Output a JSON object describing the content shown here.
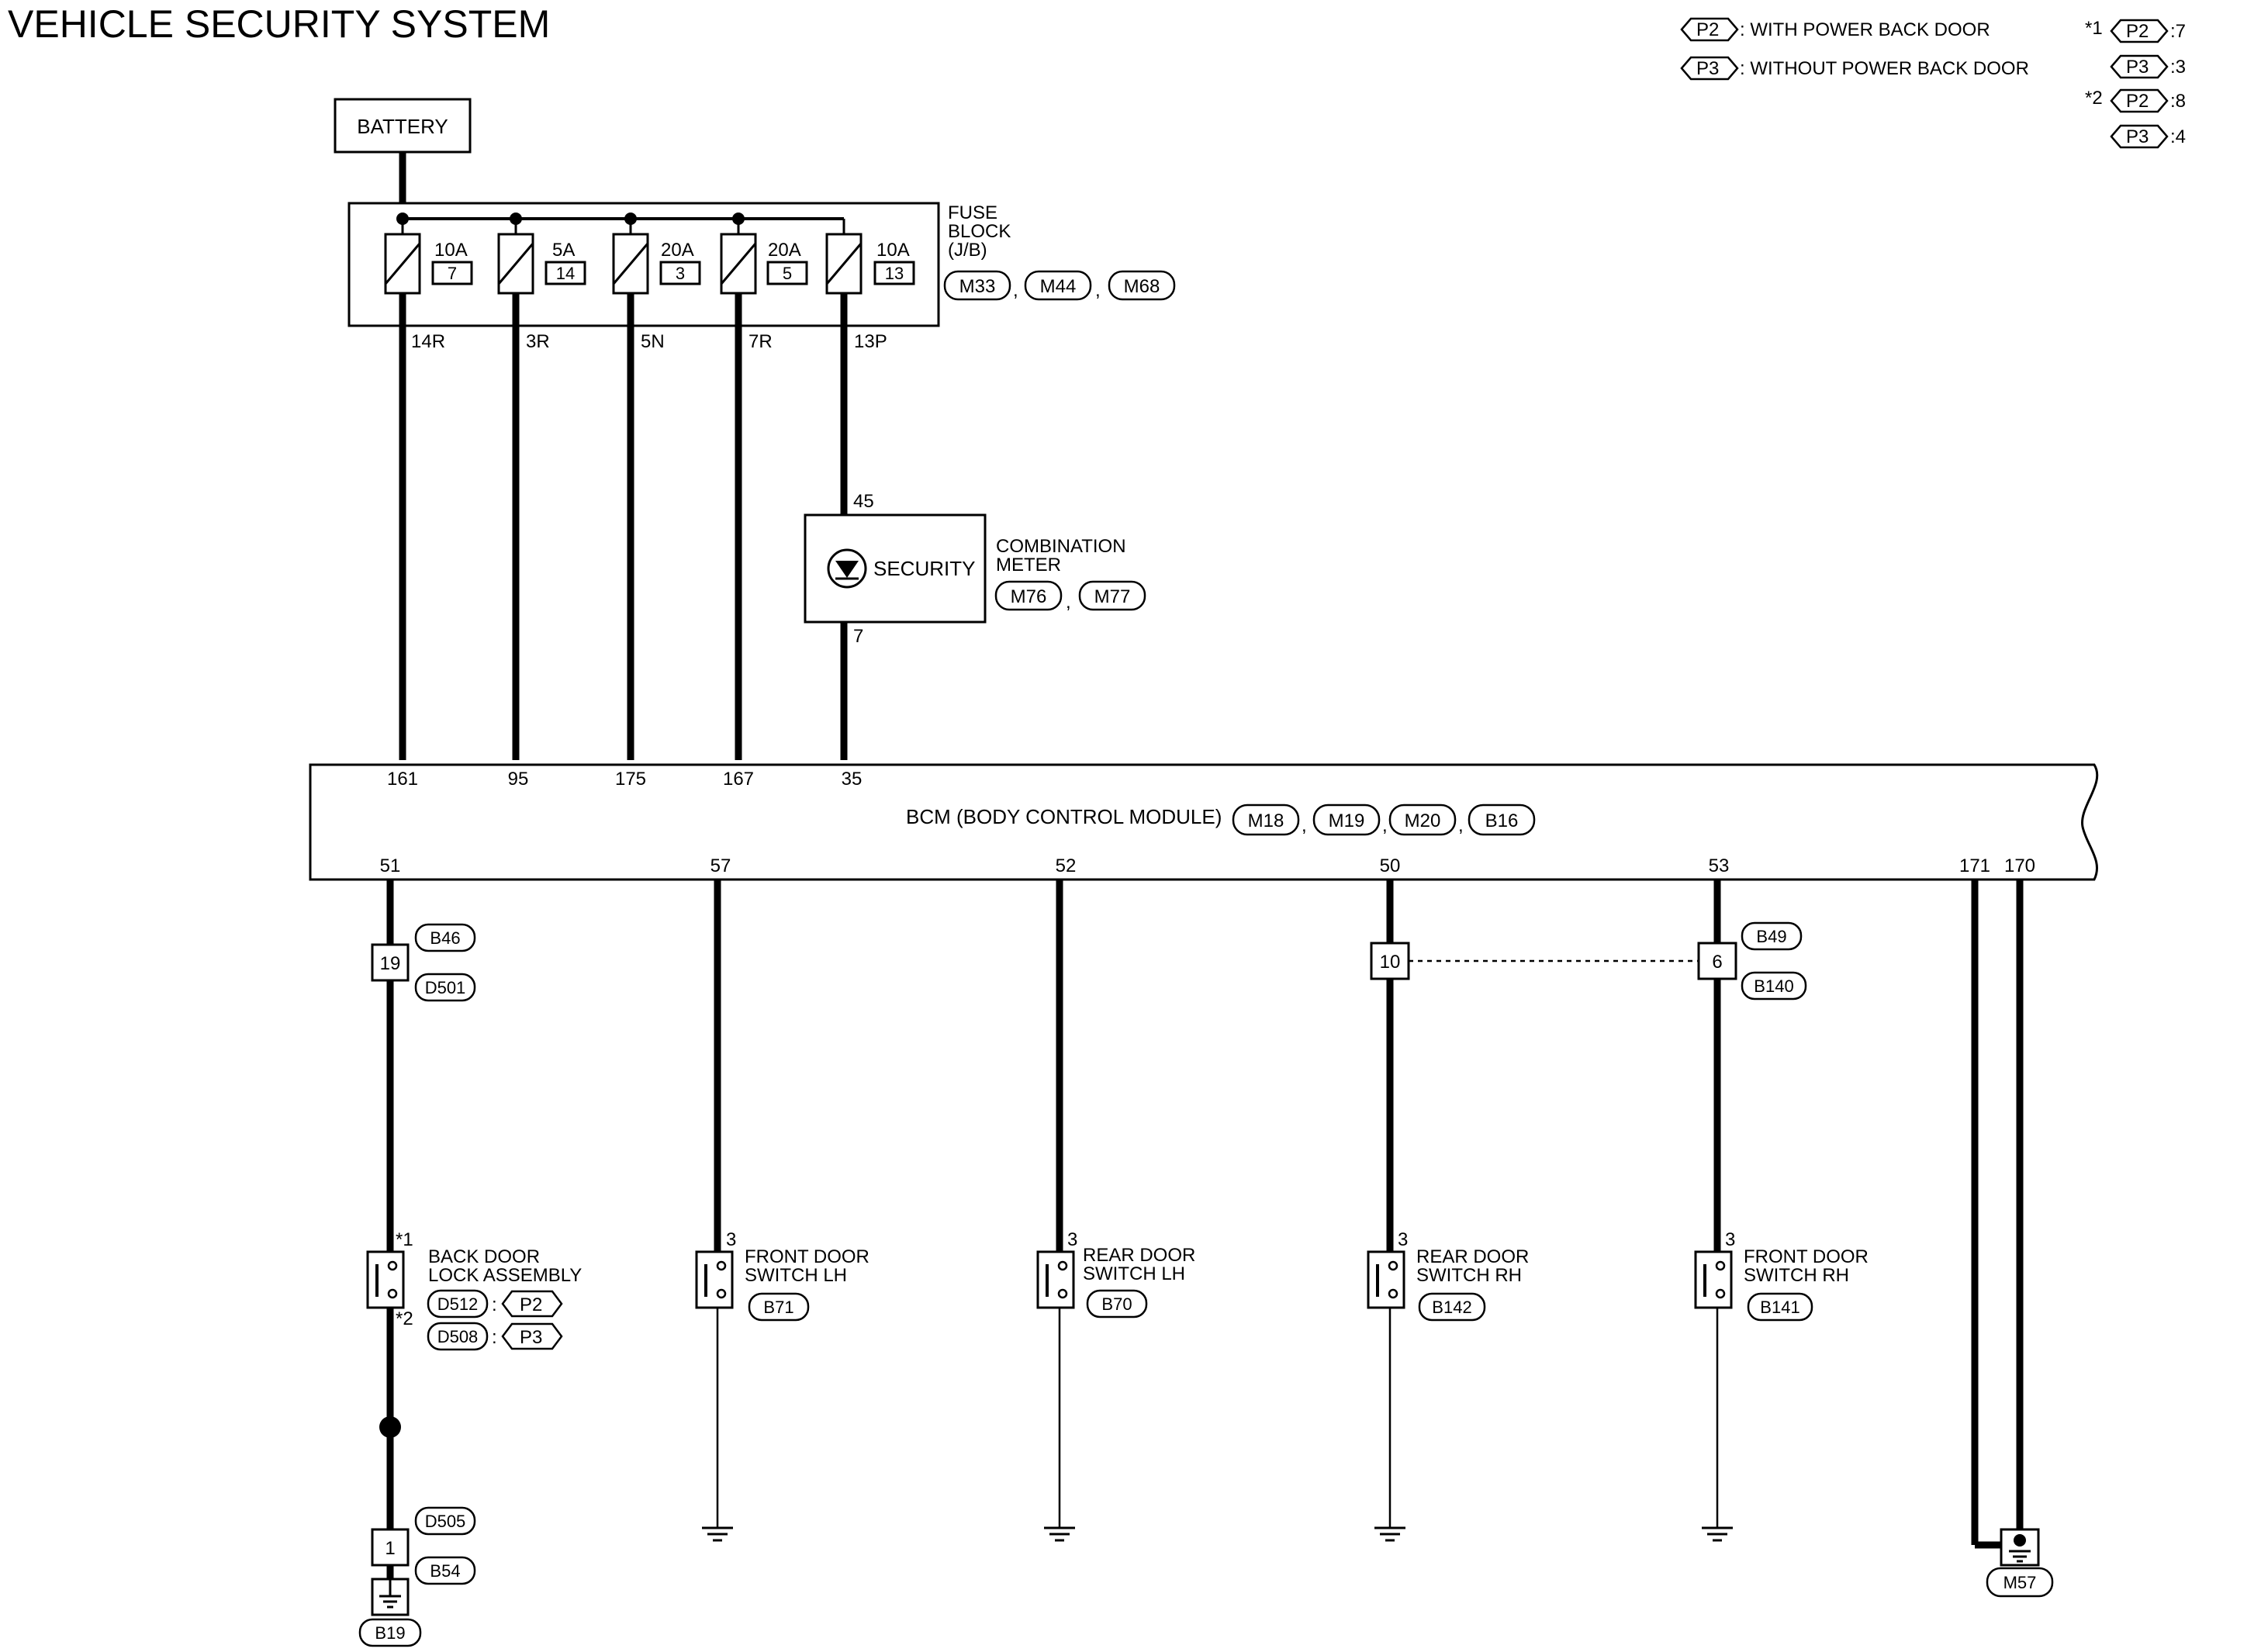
{
  "title": "VEHICLE SECURITY SYSTEM",
  "legend": {
    "p2_tag": "P2",
    "p2_text": ": WITH POWER BACK DOOR",
    "p3_tag": "P3",
    "p3_text": ": WITHOUT POWER BACK DOOR",
    "star1": "*1",
    "star2": "*2",
    "star1_p2": ":7",
    "star1_p3": ":3",
    "star2_p2": ":8",
    "star2_p3": ":4"
  },
  "battery": {
    "label": "BATTERY"
  },
  "fuse_block": {
    "label_line1": "FUSE",
    "label_line2": "BLOCK",
    "label_line3": "(J/B)",
    "connectors": [
      "M33",
      "M44",
      "M68"
    ],
    "fuses": [
      {
        "amps": "10A",
        "number": "7",
        "terminal": "14R",
        "bcm_pin": "161"
      },
      {
        "amps": "5A",
        "number": "14",
        "terminal": "3R",
        "bcm_pin": "95"
      },
      {
        "amps": "20A",
        "number": "3",
        "terminal": "5N",
        "bcm_pin": "175"
      },
      {
        "amps": "20A",
        "number": "5",
        "terminal": "7R",
        "bcm_pin": "167"
      },
      {
        "amps": "10A",
        "number": "13",
        "terminal": "13P",
        "bcm_pin": "35"
      }
    ]
  },
  "combination_meter": {
    "label_line1": "COMBINATION",
    "label_line2": "METER",
    "lamp": "SECURITY",
    "pin_in": "45",
    "pin_out": "7",
    "connectors": [
      "M76",
      "M77"
    ]
  },
  "bcm": {
    "label": "BCM (BODY CONTROL MODULE)",
    "connectors": [
      "M18",
      "M19",
      "M20",
      "B16"
    ],
    "bottom_pins": [
      "51",
      "57",
      "52",
      "50",
      "53",
      "171",
      "170"
    ]
  },
  "joints": {
    "j1_pin": "19",
    "j1_conn_top": "B46",
    "j1_conn_bottom": "D501",
    "j2_pin": "10",
    "j3_pin": "6",
    "j3_conn_top": "B49",
    "j3_conn_bottom": "B140",
    "j4_pin": "1",
    "j4_conn_top": "D505",
    "j4_conn_bottom": "B54",
    "ground_back": "B19",
    "ground_bcm": "M57"
  },
  "switches": [
    {
      "line1": "BACK DOOR",
      "line2": "LOCK ASSEMBLY",
      "pin_top": "*1",
      "pin_bottom": "*2",
      "conn_a": "D512",
      "conn_b": "D508",
      "tag_a": "P2",
      "tag_b": "P3",
      "colon": ":"
    },
    {
      "line1": "FRONT DOOR",
      "line2": "SWITCH LH",
      "pin": "3",
      "conn": "B71"
    },
    {
      "line1": "REAR DOOR",
      "line2": "SWITCH LH",
      "pin": "3",
      "conn": "B70"
    },
    {
      "line1": "REAR DOOR",
      "line2": "SWITCH RH",
      "pin": "3",
      "conn": "B142"
    },
    {
      "line1": "FRONT DOOR",
      "line2": "SWITCH RH",
      "pin": "3",
      "conn": "B141"
    }
  ]
}
